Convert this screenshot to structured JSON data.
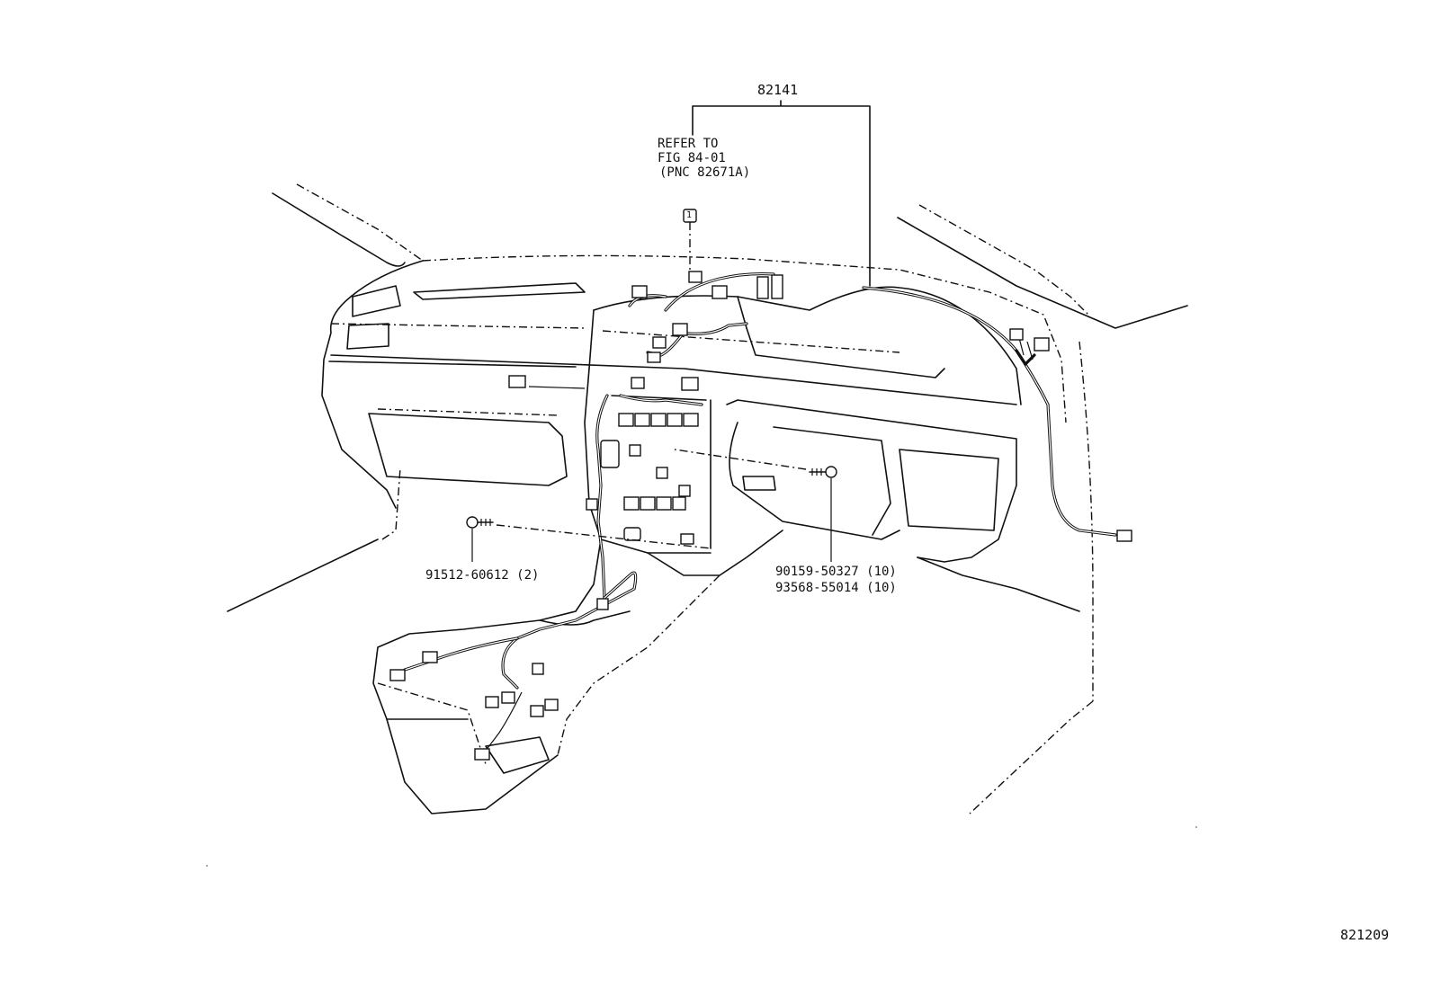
{
  "diagram": {
    "callout_main": "82141",
    "refer_lines": [
      "REFER TO",
      "FIG 84-01",
      "(PNC 82671A)"
    ],
    "ref_marker": "1",
    "part_left": "91512-60612 (2)",
    "part_right_1": "90159-50327 (10)",
    "part_right_2": "93568-55014 (10)",
    "figure_number": "821209"
  }
}
